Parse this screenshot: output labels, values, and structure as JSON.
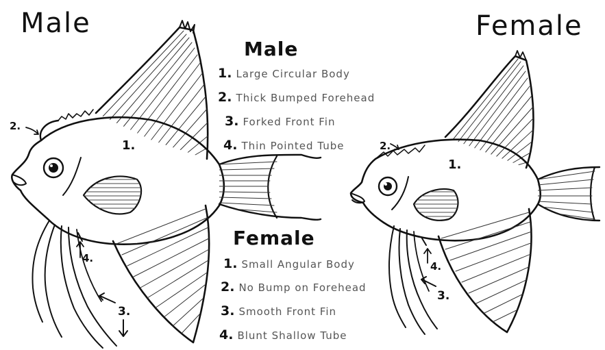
{
  "titles": {
    "male": "Male",
    "female": "Female"
  },
  "legend": {
    "male_heading": "Male",
    "male_items": [
      {
        "num": "1.",
        "text": "Large Circular Body"
      },
      {
        "num": "2.",
        "text": "Thick Bumped Forehead"
      },
      {
        "num": "3.",
        "text": "Forked Front Fin"
      },
      {
        "num": "4.",
        "text": "Thin Pointed Tube"
      }
    ],
    "female_heading": "Female",
    "female_items": [
      {
        "num": "1.",
        "text": "Small Angular Body"
      },
      {
        "num": "2.",
        "text": "No Bump on Forehead"
      },
      {
        "num": "3.",
        "text": "Smooth Front Fin"
      },
      {
        "num": "4.",
        "text": "Blunt Shallow Tube"
      }
    ]
  },
  "male_fish_labels": {
    "body": "1.",
    "forehead": "2.",
    "fin": "3.",
    "tube": "4."
  },
  "female_fish_labels": {
    "body": "1.",
    "forehead": "2.",
    "fin": "3.",
    "tube": "4."
  },
  "colors": {
    "ink": "#111111",
    "item_text": "#555555",
    "background": "#ffffff"
  }
}
